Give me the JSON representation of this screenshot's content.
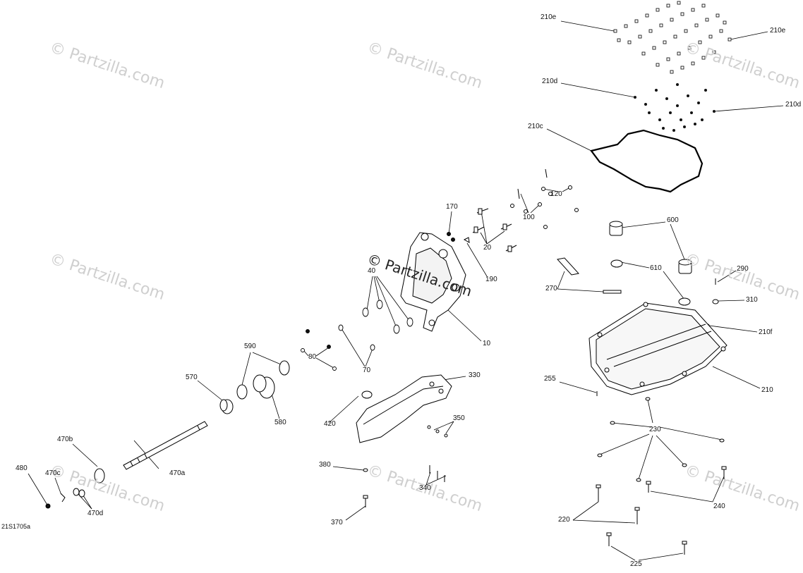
{
  "diagram_code": "21S1705a",
  "watermark": {
    "text": "Partzilla.com",
    "symbol": "©"
  },
  "labels": [
    "210e",
    "210e",
    "210d",
    "210d",
    "210c",
    "120",
    "100",
    "20",
    "170",
    "190",
    "10",
    "40",
    "600",
    "610",
    "290",
    "270",
    "310",
    "210f",
    "80",
    "70",
    "590",
    "570",
    "580",
    "330",
    "420",
    "350",
    "255",
    "210",
    "230",
    "480",
    "470b",
    "470c",
    "470a",
    "470d",
    "380",
    "340",
    "370",
    "240",
    "220",
    "225"
  ]
}
